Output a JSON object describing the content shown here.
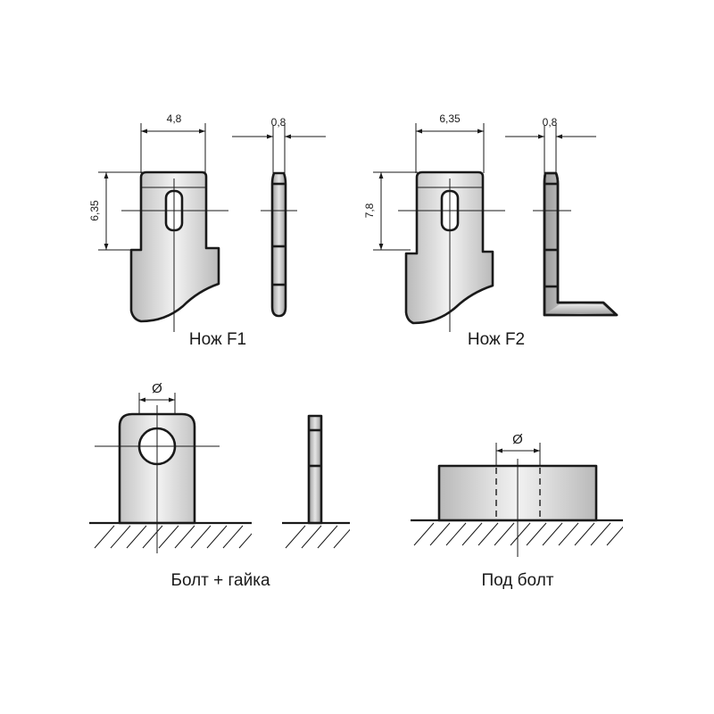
{
  "terminals": {
    "f1": {
      "caption": "Нож F1",
      "width_label": "4,8",
      "thickness_label": "0,8",
      "height_label": "6,35"
    },
    "f2": {
      "caption": "Нож F2",
      "width_label": "6,35",
      "thickness_label": "0,8",
      "height_label": "7,8"
    },
    "bolt_nut": {
      "caption": "Болт + гайка",
      "diameter_label": "Ø"
    },
    "under_bolt": {
      "caption": "Под болт",
      "diameter_label": "Ø"
    }
  },
  "colors": {
    "line": "#1a1a1a",
    "fill_light": "#f2f2f2",
    "fill_dark": "#b9b9b9"
  }
}
